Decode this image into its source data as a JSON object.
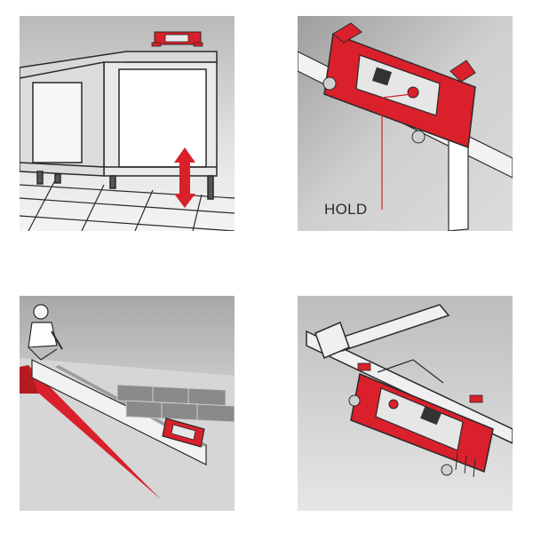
{
  "panels": [
    {
      "id": "cabinet-leveling",
      "label": ""
    },
    {
      "id": "hold-detail",
      "label": "HOLD"
    },
    {
      "id": "floor-tiling",
      "label": ""
    },
    {
      "id": "pipe-mounting",
      "label": ""
    }
  ],
  "colors": {
    "accent": "#d9202b",
    "accent_light": "#f0a0a0",
    "panel_bg": "#d4d4d4",
    "line": "#2a2a2a"
  }
}
